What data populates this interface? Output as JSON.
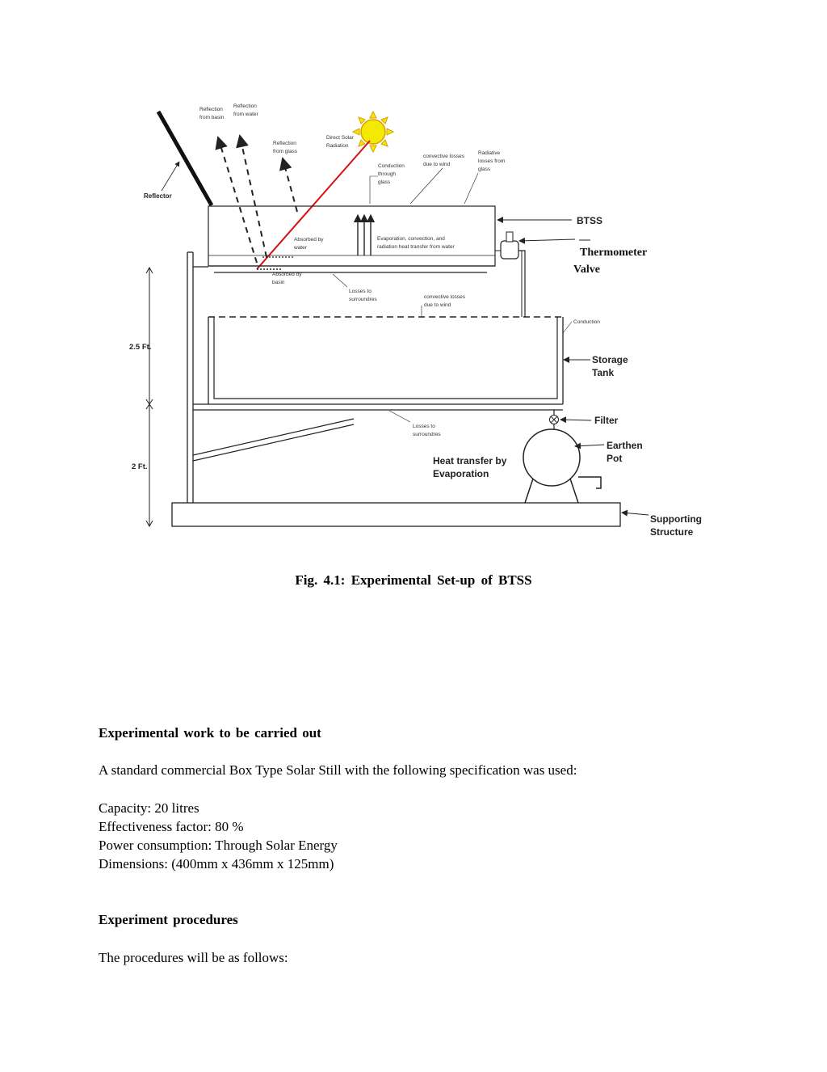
{
  "figure": {
    "labels": {
      "reflector": "Reflector",
      "reflection_basin": [
        "Reflection",
        "from basin"
      ],
      "reflection_water": [
        "Reflection",
        "from water"
      ],
      "reflection_glass": [
        "Reflection",
        "from glass"
      ],
      "direct_solar": [
        "Direct Solar",
        "Radiation"
      ],
      "convective_wind_top": [
        "convective losses",
        "due to wind"
      ],
      "radiative_glass": [
        "Radiative",
        "losses from",
        "glass"
      ],
      "conduction_glass": [
        "Conduction",
        "through",
        "glass"
      ],
      "btss": "BTSS",
      "thermometer": "Thermometer",
      "valve": "Valve",
      "absorbed_water": [
        "Absorbed by",
        "water"
      ],
      "evaporation": [
        "Evaporation, convection, and",
        "radiation heat transfer from water"
      ],
      "absorbed_basin": [
        "Absorbed by",
        "basin"
      ],
      "losses_surroundings_1": [
        "Losses to",
        "surroundres"
      ],
      "convective_wind_tank": [
        "convective losses",
        "due to wind"
      ],
      "conduction": "Conduction",
      "storage_tank": [
        "Storage",
        "Tank"
      ],
      "height_upper": "2.5 Ft.",
      "height_lower": "2 Ft.",
      "losses_surroundings_2": [
        "Losses to",
        "surroundres"
      ],
      "filter": "Filter",
      "earthen_pot": [
        "Earthen",
        "Pot"
      ],
      "heat_transfer": [
        "Heat transfer by",
        "Evaporation"
      ],
      "supporting_structure": [
        "Supporting",
        "Structure"
      ]
    },
    "caption": "Fig. 4.1: Experimental Set-up of BTSS"
  },
  "section1": {
    "heading": "Experimental work to be carried out",
    "intro": "A standard commercial Box Type Solar Still with the following specification was used:",
    "specs": [
      "Capacity: 20 litres",
      "Effectiveness factor: 80 %",
      "Power consumption: Through Solar Energy",
      "Dimensions: (400mm x 436mm x 125mm)"
    ]
  },
  "section2": {
    "heading": "Experiment procedures",
    "intro": "The procedures will be as follows:"
  }
}
